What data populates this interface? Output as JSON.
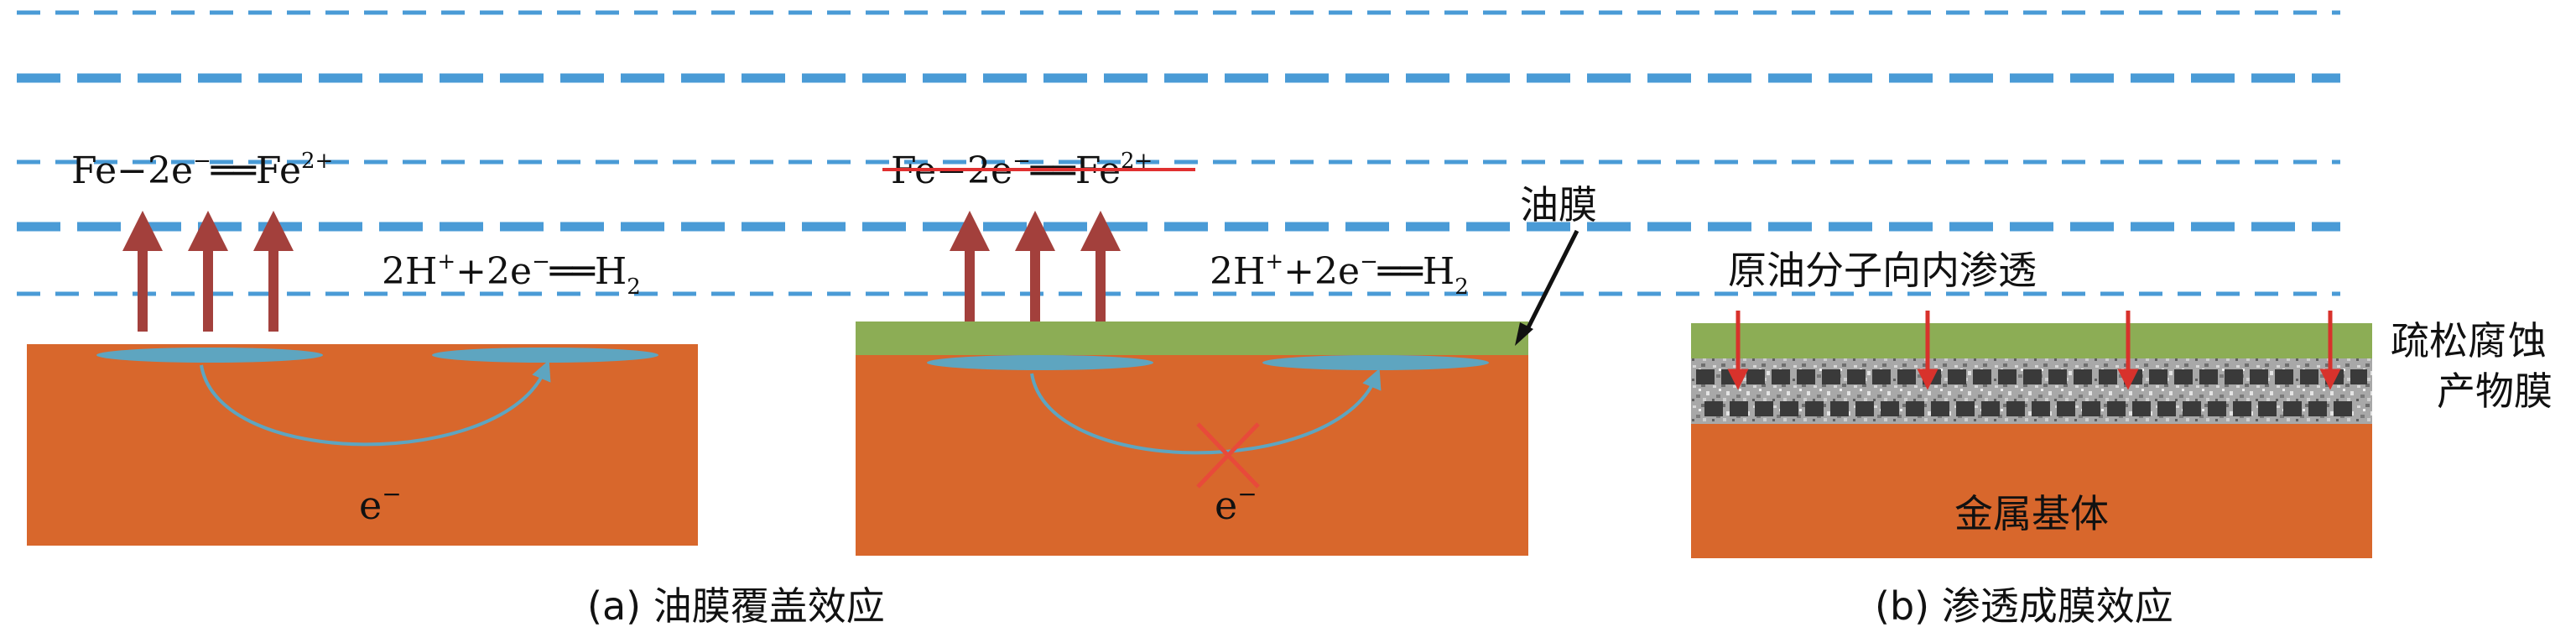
{
  "panel_a": {
    "reaction_fe": {
      "base": "Fe−2e",
      "sup": "−",
      "mid": "══Fe",
      "sup2": "2+"
    },
    "reaction_h": {
      "base": "2H",
      "sup": "+",
      "mid": "+2e",
      "sup2": "−",
      "eq": "══H",
      "sub": "2"
    },
    "electron": {
      "base": "e",
      "sup": "−"
    },
    "caption": "(a) 油膜覆盖效应"
  },
  "panel_a2": {
    "reaction_fe": {
      "base": "Fe−2e",
      "sup": "−",
      "mid": "══Fe",
      "sup2": "2+"
    },
    "reaction_h": {
      "base": "2H",
      "sup": "+",
      "mid": "+2e",
      "sup2": "−",
      "eq": "══H",
      "sub": "2"
    },
    "oil_film_label": "油膜",
    "electron": {
      "base": "e",
      "sup": "−"
    }
  },
  "panel_b": {
    "penetration_label": "原油分子向内渗透",
    "corrosion_film_label_1": "疏松腐",
    "corrosion_film_label_2": "蚀",
    "corrosion_film_label_3": "产物膜",
    "metal_label": "金属基体",
    "caption": "(b) 渗透成膜效应"
  },
  "colors": {
    "dash_line": "#4a9bd6",
    "metal": "#d8672c",
    "oil_film": "#8cad55",
    "anode_ellipse": "#5ea5c0",
    "arrow": "#a3403c",
    "cross": "#e84a3a",
    "strike": "#e03030"
  }
}
